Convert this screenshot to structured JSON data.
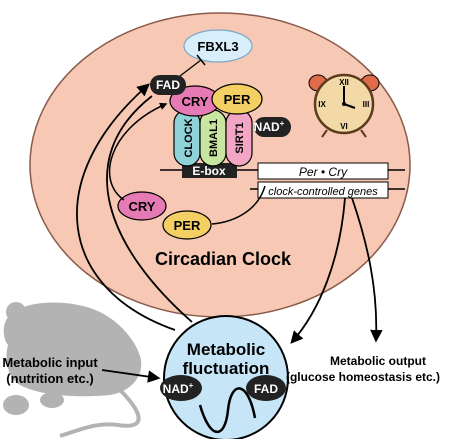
{
  "labels": {
    "fbxl3": "FBXL3",
    "fad": "FAD",
    "cry": "CRY",
    "per": "PER",
    "clock": "CLOCK",
    "bmal1": "BMAL1",
    "sirt1": "SIRT1",
    "nad": "NAD",
    "nad_sup": "+",
    "ebox": "E-box",
    "per_cry_gene": "Per • Cry",
    "clock_controlled_genes": "clock-controlled genes",
    "circadian_clock": "Circadian Clock",
    "metabolic_fluctuation_line1": "Metabolic",
    "metabolic_fluctuation_line2": "fluctuation",
    "metabolic_input_line1": "Metabolic input",
    "metabolic_input_line2": "(nutrition etc.)",
    "metabolic_output_line1": "Metabolic output",
    "metabolic_output_line2": "(glucose homeostasis etc.)",
    "clock_xii": "XII",
    "clock_iii": "III",
    "clock_vi": "VI",
    "clock_ix": "IX"
  },
  "colors": {
    "cell_fill": "#f7c9b4",
    "metabolic_fill": "#c6e6f7",
    "fbxl3_fill": "#d9eefb",
    "cry_fill": "#e57ab4",
    "per_fill": "#f4cf63",
    "clock_fill": "#8fd3d9",
    "bmal1_fill": "#c9e6a0",
    "sirt1_fill": "#f3a6c4",
    "ebox_fill": "#222222",
    "alarm_clock_fill": "#f3d9a8",
    "alarm_bell_fill": "#e06b4a",
    "mouse_fill": "#b3b3b3"
  },
  "icons": [
    "alarm-clock-icon",
    "mouse-icon",
    "fluctuation-wave-icon"
  ]
}
